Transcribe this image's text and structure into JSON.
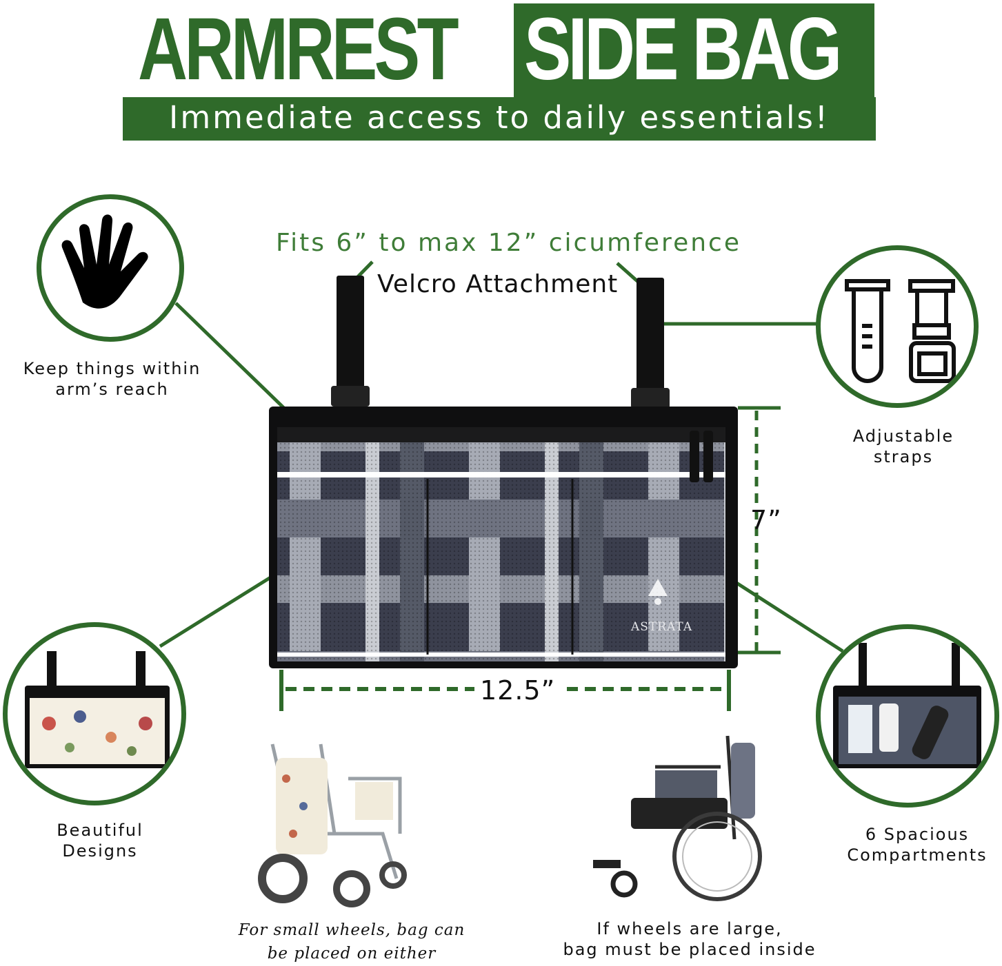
{
  "header": {
    "title_left": "ARMREST",
    "title_right": "SIDE BAG",
    "subtitle": "Immediate access to daily essentials!"
  },
  "callouts": {
    "circumference": "Fits 6” to max 12” cicumference",
    "velcro": "Velcro Attachment",
    "reach": [
      "Keep things within",
      "arm’s reach"
    ],
    "straps": [
      "Adjustable",
      "straps"
    ],
    "designs": [
      "Beautiful",
      "Designs"
    ],
    "compartments": [
      "6 Spacious",
      "Compartments"
    ]
  },
  "dimensions": {
    "height": "7”",
    "width": "12.5”"
  },
  "bag": {
    "brand": "ASTRATA"
  },
  "notes": {
    "small_wheels": [
      "For small wheels, bag can",
      "be placed on either"
    ],
    "large_wheels": [
      "If wheels are large,",
      "bag must be placed inside"
    ]
  },
  "colors": {
    "brand_green": "#2f6a2a",
    "text_green": "#3f7d38"
  },
  "icons": [
    "hand-icon",
    "test-tube-icon",
    "strap-buckle-icon"
  ]
}
